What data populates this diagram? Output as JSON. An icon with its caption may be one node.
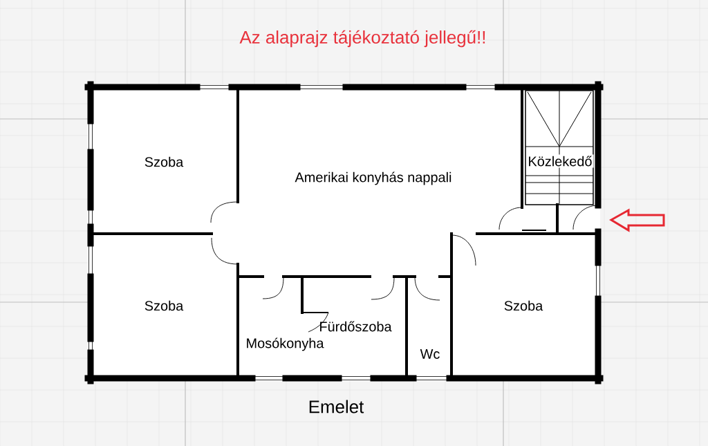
{
  "diagram": {
    "title": "Az alaprajz tájékoztató jellegű!!",
    "caption": "Emelet",
    "nodes": [
      {
        "text": [
          "Szoba"
        ]
      },
      {
        "text": [
          "Amerikai konyhás nappali"
        ]
      },
      {
        "text": [
          "Közlekedő"
        ]
      },
      {
        "text": [
          "Szoba"
        ]
      },
      {
        "text": [
          "Mosókonyha"
        ]
      },
      {
        "text": [
          "Fürdőszoba"
        ]
      },
      {
        "text": [
          "Wc"
        ]
      },
      {
        "text": [
          "Szoba"
        ]
      }
    ]
  }
}
